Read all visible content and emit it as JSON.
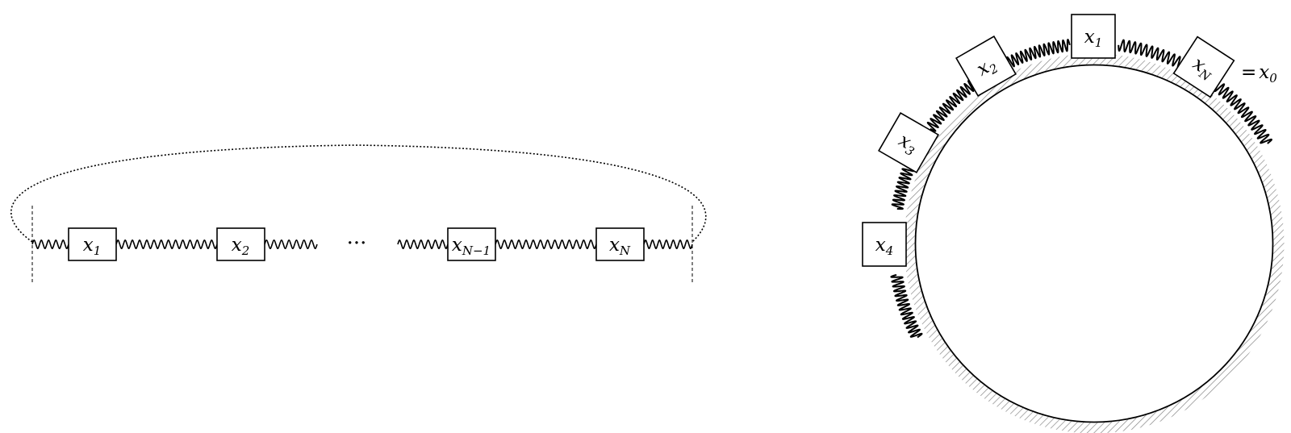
{
  "linear_chain": {
    "masses": [
      {
        "var": "x",
        "sub": "1"
      },
      {
        "var": "x",
        "sub": "2"
      },
      {
        "var": "x",
        "sub": "N−1"
      },
      {
        "var": "x",
        "sub": "N"
      }
    ],
    "ellipsis": "···"
  },
  "ring_chain": {
    "masses": [
      {
        "var": "x",
        "sub": "1"
      },
      {
        "var": "x",
        "sub": "2"
      },
      {
        "var": "x",
        "sub": "3"
      },
      {
        "var": "x",
        "sub": "4"
      },
      {
        "var": "x",
        "sub": "N"
      }
    ],
    "identity": {
      "eq": "=",
      "var": "x",
      "sub": "0"
    }
  }
}
